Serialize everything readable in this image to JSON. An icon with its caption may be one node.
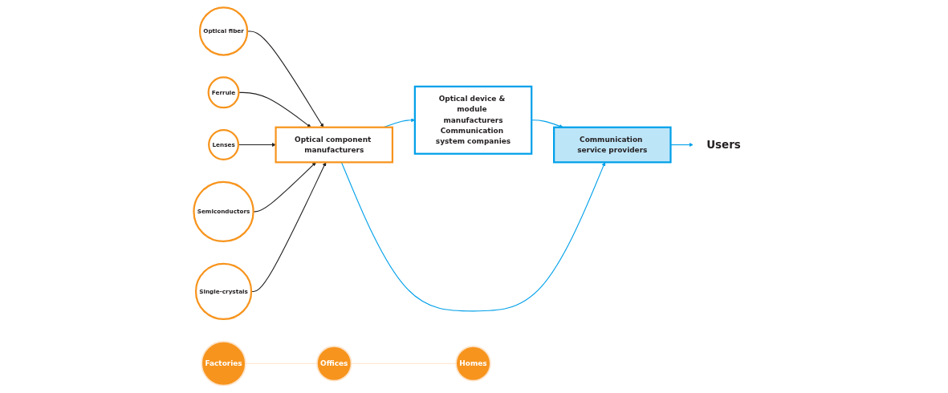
{
  "diagram": {
    "nodes": [
      {
        "text": [
          "Optical device & module manufacturers",
          "Communication system companies"
        ]
      },
      {
        "text": [
          "Optical component manufacturers"
        ]
      },
      {
        "text": [
          "Communication service providers"
        ]
      },
      {
        "text": [
          "Users"
        ]
      },
      {
        "text": [
          "Factories"
        ]
      },
      {
        "text": [
          "Offices"
        ]
      },
      {
        "text": [
          "Homes"
        ]
      },
      {
        "text": [
          "Optical fiber"
        ]
      },
      {
        "text": [
          "Ferrule"
        ]
      },
      {
        "text": [
          "Lenses"
        ]
      },
      {
        "text": [
          "Semiconductors"
        ]
      },
      {
        "text": [
          "Single-crystals"
        ]
      }
    ],
    "edges": [
      {
        "from": 1,
        "to": 0,
        "arrow": "to",
        "color": "#00a0e9"
      },
      {
        "from": 0,
        "to": 2,
        "arrow": "to",
        "color": "#00a0e9"
      },
      {
        "from": 1,
        "to": 2,
        "arrow": "to",
        "color": "#00a0e9"
      },
      {
        "from": 2,
        "to": 3,
        "arrow": "to",
        "color": "#00a0e9"
      },
      {
        "from": 4,
        "to": 5,
        "arrow": "none",
        "color": "#fde3c8"
      },
      {
        "from": 5,
        "to": 6,
        "arrow": "none",
        "color": "#fde3c8"
      },
      {
        "from": 7,
        "to": 1,
        "arrow": "to"
      },
      {
        "from": 8,
        "to": 1,
        "arrow": "to"
      },
      {
        "from": 9,
        "to": 1,
        "arrow": "to"
      },
      {
        "from": 10,
        "to": 1,
        "arrow": "to"
      },
      {
        "from": 11,
        "to": 1,
        "arrow": "to"
      }
    ]
  }
}
